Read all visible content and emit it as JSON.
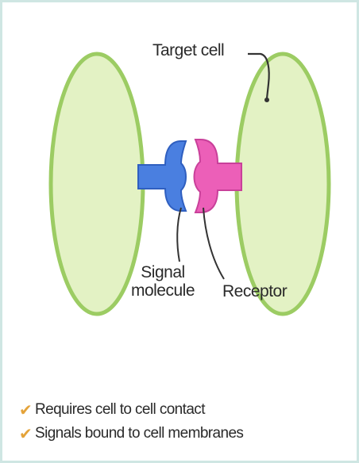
{
  "labels": {
    "target_cell": "Target cell",
    "signal_line1": "Signal",
    "signal_line2": "molecule",
    "receptor": "Receptor"
  },
  "notes": [
    "Requires cell to cell contact",
    "Signals bound to cell membranes"
  ],
  "icons": {
    "note_marker": "checkmark-icon",
    "note_glyph": "✔"
  },
  "colors": {
    "cell_fill": "#e3f2c4",
    "cell_stroke": "#9ccc63",
    "signal_molecule": "#4a7fe0",
    "receptor": "#ec5fb8",
    "checkmark": "#e4a33a",
    "frame": "#cfe6e3"
  }
}
